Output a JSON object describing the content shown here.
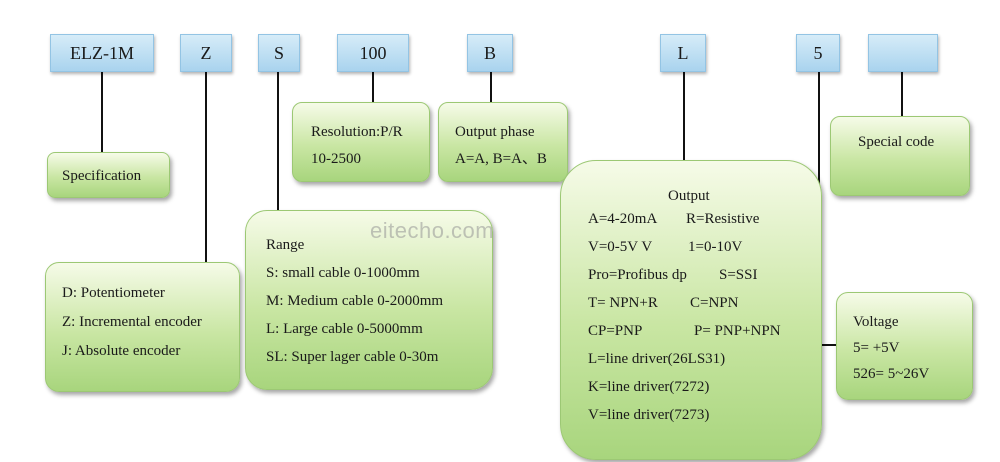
{
  "codes": [
    "ELZ-1M",
    "Z",
    "S",
    "100",
    "B",
    "L",
    "5",
    ""
  ],
  "spec": {
    "title": "Specification"
  },
  "resolution": {
    "lines": [
      "Resolution:P/R",
      "10-2500"
    ]
  },
  "output_phase": {
    "lines": [
      "Output phase",
      "A=A, B=A、B"
    ]
  },
  "special": {
    "title": "Special code"
  },
  "type": {
    "lines": [
      "D: Potentiometer",
      "Z: Incremental encoder",
      "J: Absolute encoder"
    ]
  },
  "range": {
    "lines": [
      "Range",
      "S: small cable 0-1000mm",
      "M: Medium cable 0-2000mm",
      "L: Large cable 0-5000mm",
      "SL: Super lager cable 0-30m"
    ]
  },
  "output": {
    "title": "Output",
    "rows": [
      [
        "A=4-20mA",
        "R=Resistive"
      ],
      [
        "V=0-5V V",
        "1=0-10V"
      ],
      [
        "Pro=Profibus dp",
        "S=SSI"
      ],
      [
        "T= NPN+R",
        "C=NPN"
      ],
      [
        "CP=PNP",
        "P= PNP+NPN"
      ],
      [
        "L=line driver(26LS31)",
        ""
      ],
      [
        "K=line driver(7272)",
        ""
      ],
      [
        "V=line driver(7273)",
        ""
      ]
    ]
  },
  "voltage": {
    "lines": [
      "Voltage",
      "5= +5V",
      "526= 5~26V"
    ]
  },
  "watermark": "eitecho.com"
}
